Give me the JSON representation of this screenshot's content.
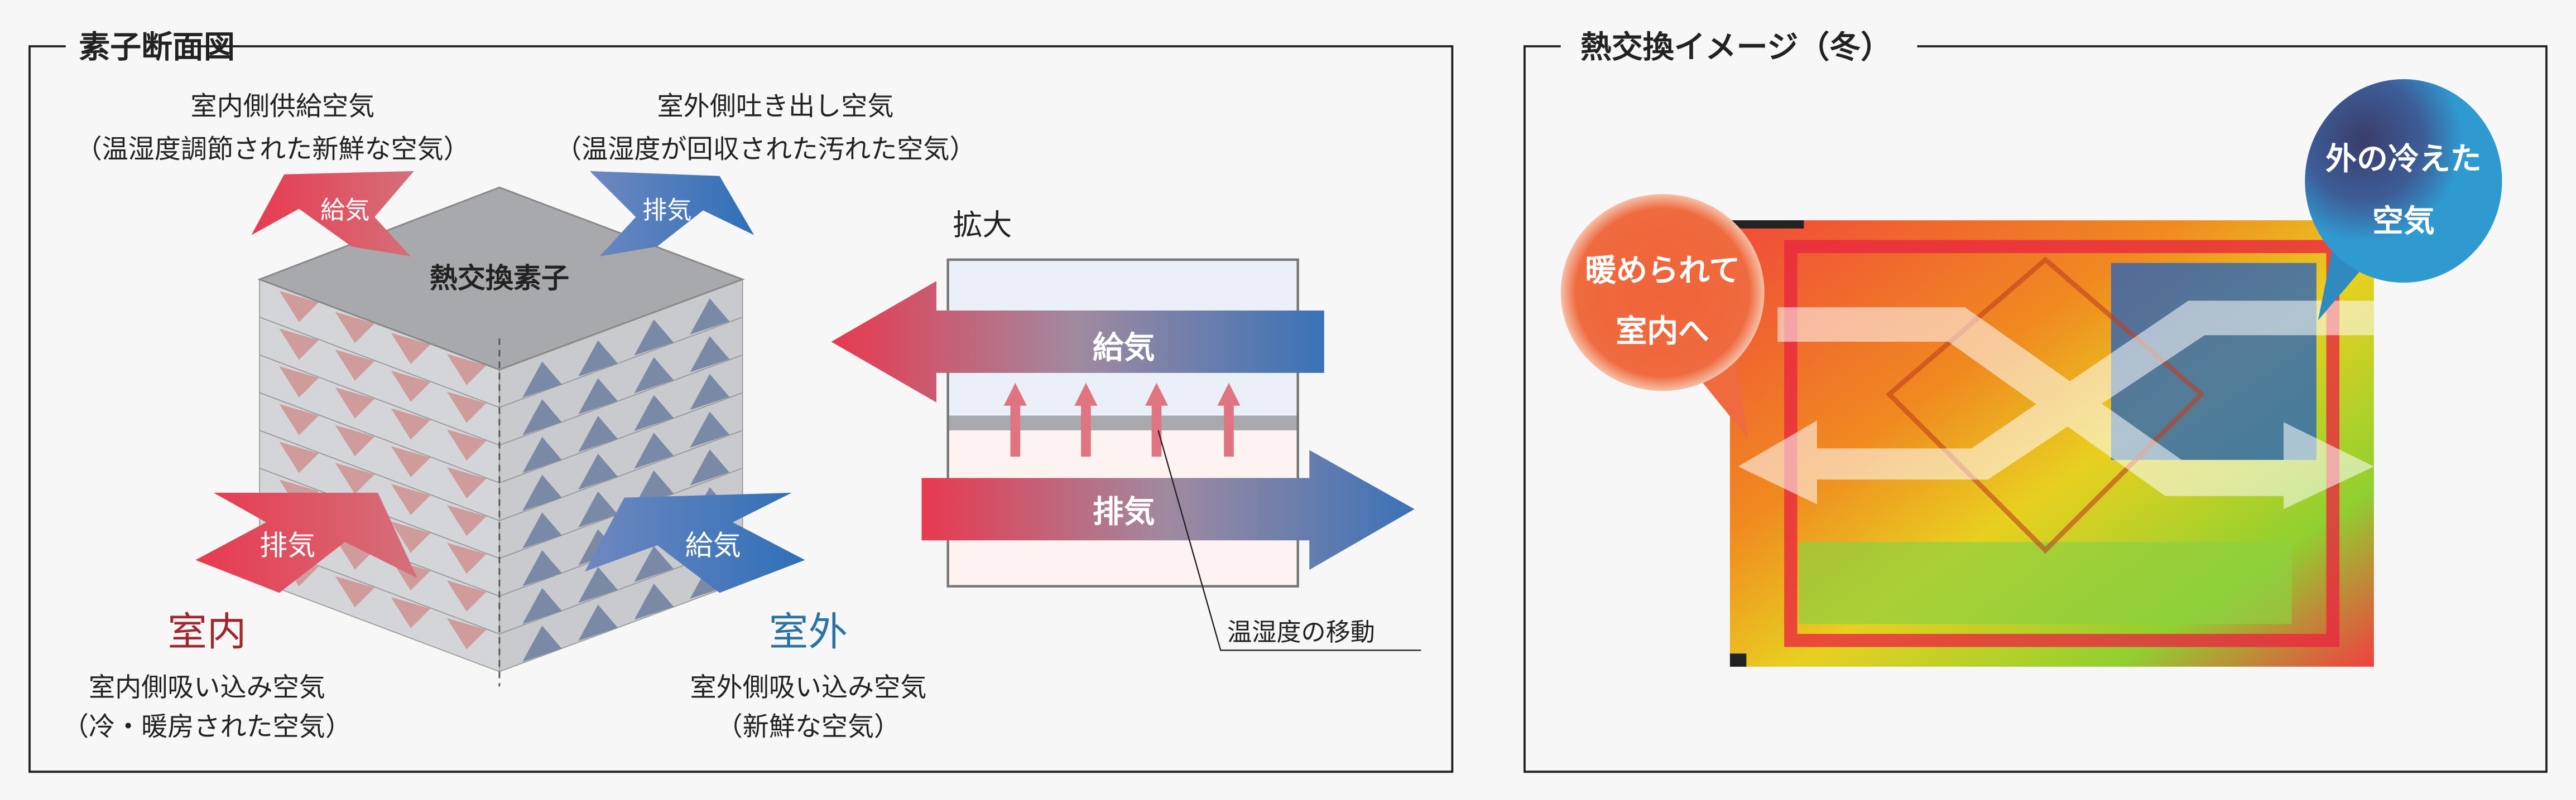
{
  "left_panel": {
    "title": "素子断面図",
    "top_left_caption": [
      "室内側供給空気",
      "（温湿度調節された新鮮な空気）"
    ],
    "top_right_caption": [
      "室外側吐き出し空気",
      "（温湿度が回収された汚れた空気）"
    ],
    "arrow_top_left": "給気",
    "arrow_top_right": "排気",
    "element_label": "熱交換素子",
    "arrow_bottom_left": "排気",
    "arrow_bottom_right": "給気",
    "indoor_label": "室内",
    "outdoor_label": "室外",
    "indoor_caption": [
      "室内側吸い込み空気",
      "（冷・暖房された空気）"
    ],
    "outdoor_caption": [
      "室外側吸い込み空気",
      "（新鮮な空気）"
    ],
    "zoom_label": "拡大",
    "zoom_supply": "給気",
    "zoom_exhaust": "排気",
    "transfer_label": "温湿度の移動"
  },
  "right_panel": {
    "title": "熱交換イメージ（冬）",
    "warm_bubble": [
      "暖められて",
      "室内へ"
    ],
    "cold_bubble": [
      "外の冷えた",
      "空気"
    ]
  },
  "colors": {
    "red": "#e8394f",
    "blue": "#3a72b8",
    "indoor": "#a0282d",
    "outdoor": "#2a73a3"
  }
}
